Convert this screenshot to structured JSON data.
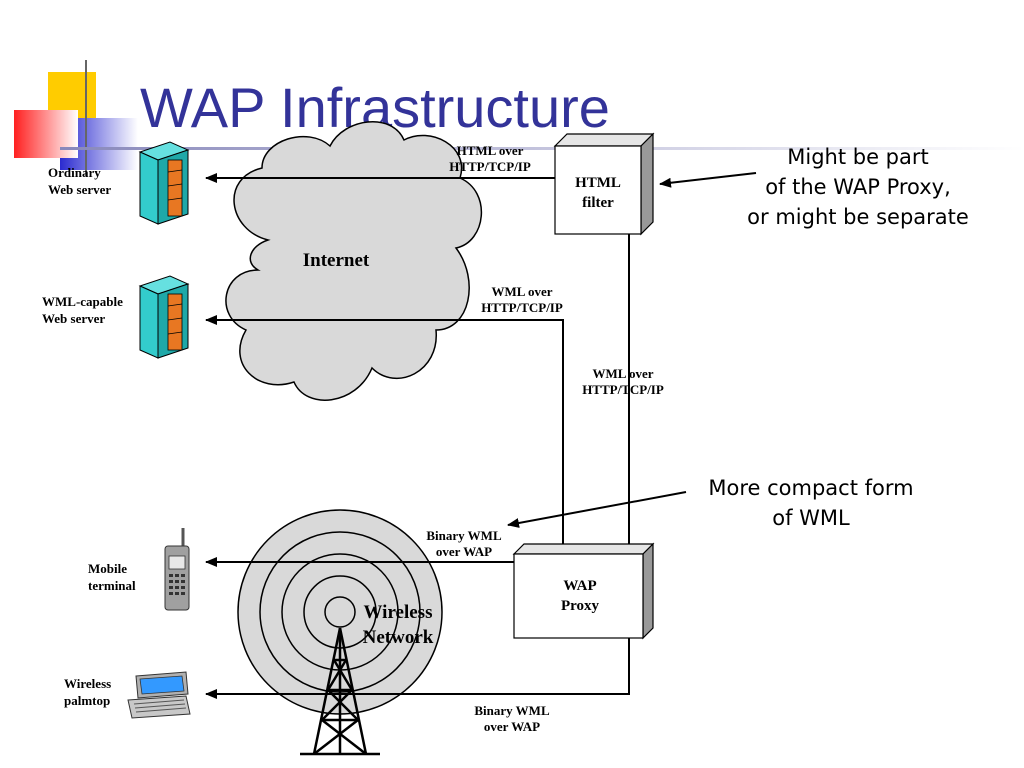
{
  "title": "WAP Infrastructure",
  "nodes": {
    "internet": "Internet",
    "wireless_network": [
      "Wireless",
      "Network"
    ],
    "html_filter": [
      "HTML",
      "filter"
    ],
    "wap_proxy": [
      "WAP",
      "Proxy"
    ],
    "ordinary_server": [
      "Ordinary",
      "Web server"
    ],
    "wml_server": [
      "WML-capable",
      "Web server"
    ],
    "mobile_terminal": [
      "Mobile",
      "terminal"
    ],
    "wireless_palmtop": [
      "Wireless",
      "palmtop"
    ]
  },
  "links": {
    "html_over": [
      "HTML over",
      "HTTP/TCP/IP"
    ],
    "wml_over_internet": [
      "WML over",
      "HTTP/TCP/IP"
    ],
    "wml_over_vertical": [
      "WML over",
      "HTTP/TCP/IP"
    ],
    "binary_wml_mobile": [
      "Binary WML",
      "over WAP"
    ],
    "binary_wml_palmtop": [
      "Binary WML",
      "over WAP"
    ]
  },
  "callouts": {
    "html_filter_note": [
      "Might be part",
      "of the WAP Proxy,",
      "or might be separate"
    ],
    "binary_note": [
      "More compact form",
      "of WML"
    ]
  },
  "colors": {
    "title": "#333399",
    "accent_yellow": "#ffcc00",
    "accent_red": "#ff3333",
    "accent_blue": "#3333cc",
    "cloud_fill": "#d9d9d9",
    "server_teal": "#33cccc"
  }
}
